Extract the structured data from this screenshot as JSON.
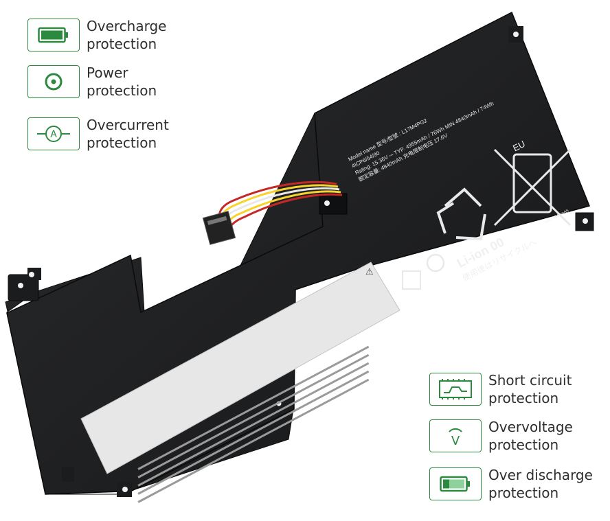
{
  "features_left": [
    {
      "icon": "battery-full-icon",
      "label_line1": "Overcharge",
      "label_line2": "protection"
    },
    {
      "icon": "power-icon",
      "label_line1": "Power",
      "label_line2": "protection"
    },
    {
      "icon": "ammeter-icon",
      "label_line1": "Overcurrent",
      "label_line2": "protection"
    }
  ],
  "features_right": [
    {
      "icon": "circuit-board-icon",
      "label_line1": "Short circuit",
      "label_line2": "protection"
    },
    {
      "icon": "voltage-icon",
      "label_line1": "Overvoltage",
      "label_line2": "protection"
    },
    {
      "icon": "battery-low-icon",
      "label_line1": "Over discharge",
      "label_line2": "protection"
    }
  ],
  "battery": {
    "model_line": "Model name 型号/型號 : L17M4PG2",
    "cell_line": "4ICP6/54/90",
    "rating_line": "Rating: 15.36V ⎓ TYP. 4955mAh / 76Wh MIN 4840mAh / 74Wh",
    "charge_limit_line": "额定容量: 4840mAh 充电限制电压 17.6V",
    "recycle_text": "Li-ion 00",
    "recycle_jp": "使用後はリサイクルへ",
    "eu_mark": "EU",
    "small_capacity": "min. 4840mAh",
    "warning_symbol": "⚠"
  },
  "colors": {
    "accent_green": "#2b8a3e",
    "battery_body": "#1d1e20",
    "label_gray": "#e7e7e7"
  }
}
